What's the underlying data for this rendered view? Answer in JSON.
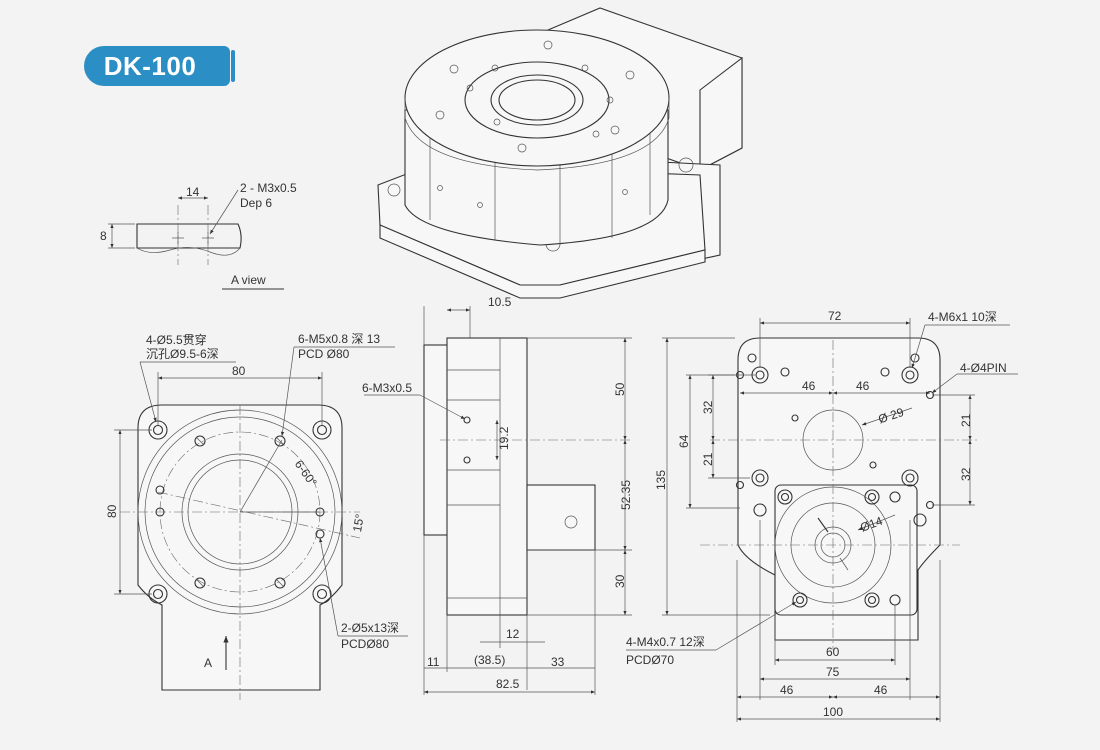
{
  "model": "DK-100",
  "a_view": {
    "dim_width": "14",
    "dim_height": "8",
    "callout_line1": "2 - M3x0.5",
    "callout_line2": "Dep 6",
    "caption": "A view"
  },
  "front_view": {
    "callout_through_line1": "4-Ø5.5贯穿",
    "callout_through_line2": "沉孔Ø9.5-6深",
    "callout_tapped_line1": "6-M5x0.8 深 13",
    "callout_tapped_line2": "PCD Ø80",
    "dim_width": "80",
    "dim_height": "80",
    "angle_spacing": "6-60°",
    "angle_offset": "15°",
    "callout_pin_line1": "2-Ø5x13深",
    "callout_pin_line2": "PCDØ80",
    "arrow_label": "A"
  },
  "side_view": {
    "dim_top": "10.5",
    "callout_thread": "6-M3x0.5",
    "dim_spacing": "19.2",
    "dim_upper": "50",
    "dim_middle": "52.35",
    "dim_lower": "30",
    "dim_offset": "12",
    "dim_left": "11",
    "dim_center": "(38.5)",
    "dim_right": "33",
    "dim_total": "82.5"
  },
  "back_view": {
    "dim_top": "72",
    "callout_mount_thread": "4-M6x1  10深",
    "callout_pins": "4-Ø4PIN",
    "dim_half_left": "46",
    "dim_half_right": "46",
    "dim_hole_dia": "Ø 29",
    "dim_32_left": "32",
    "dim_64": "64",
    "dim_21_left": "21",
    "dim_135": "135",
    "dim_21_right": "21",
    "dim_32_right": "32",
    "dim_shaft": "Ø14",
    "callout_motor_line1": "4-M4x0.7 12深",
    "callout_motor_line2": "PCDØ70",
    "dim_60": "60",
    "dim_75": "75",
    "dim_bottom_left": "46",
    "dim_bottom_right": "46",
    "dim_100": "100"
  }
}
